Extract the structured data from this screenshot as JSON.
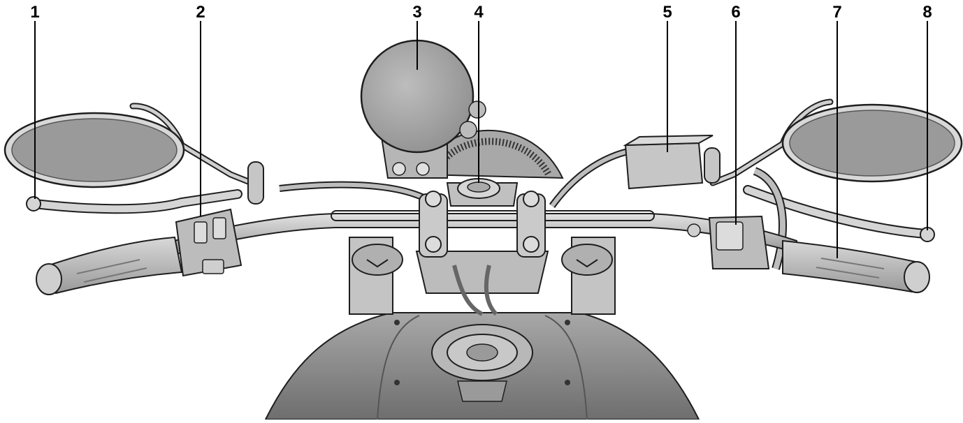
{
  "callouts": [
    {
      "label": "1"
    },
    {
      "label": "2"
    },
    {
      "label": "3"
    },
    {
      "label": "4"
    },
    {
      "label": "5"
    },
    {
      "label": "6"
    },
    {
      "label": "7"
    },
    {
      "label": "8"
    }
  ],
  "colors": {
    "metal_light": "#d2d2d2",
    "metal_mid": "#b4b4b4",
    "metal_dark": "#8c8c8c",
    "outline": "#1e1e1e",
    "mirror_glass": "#9a9a9a",
    "tank": "#8a8a8a"
  }
}
